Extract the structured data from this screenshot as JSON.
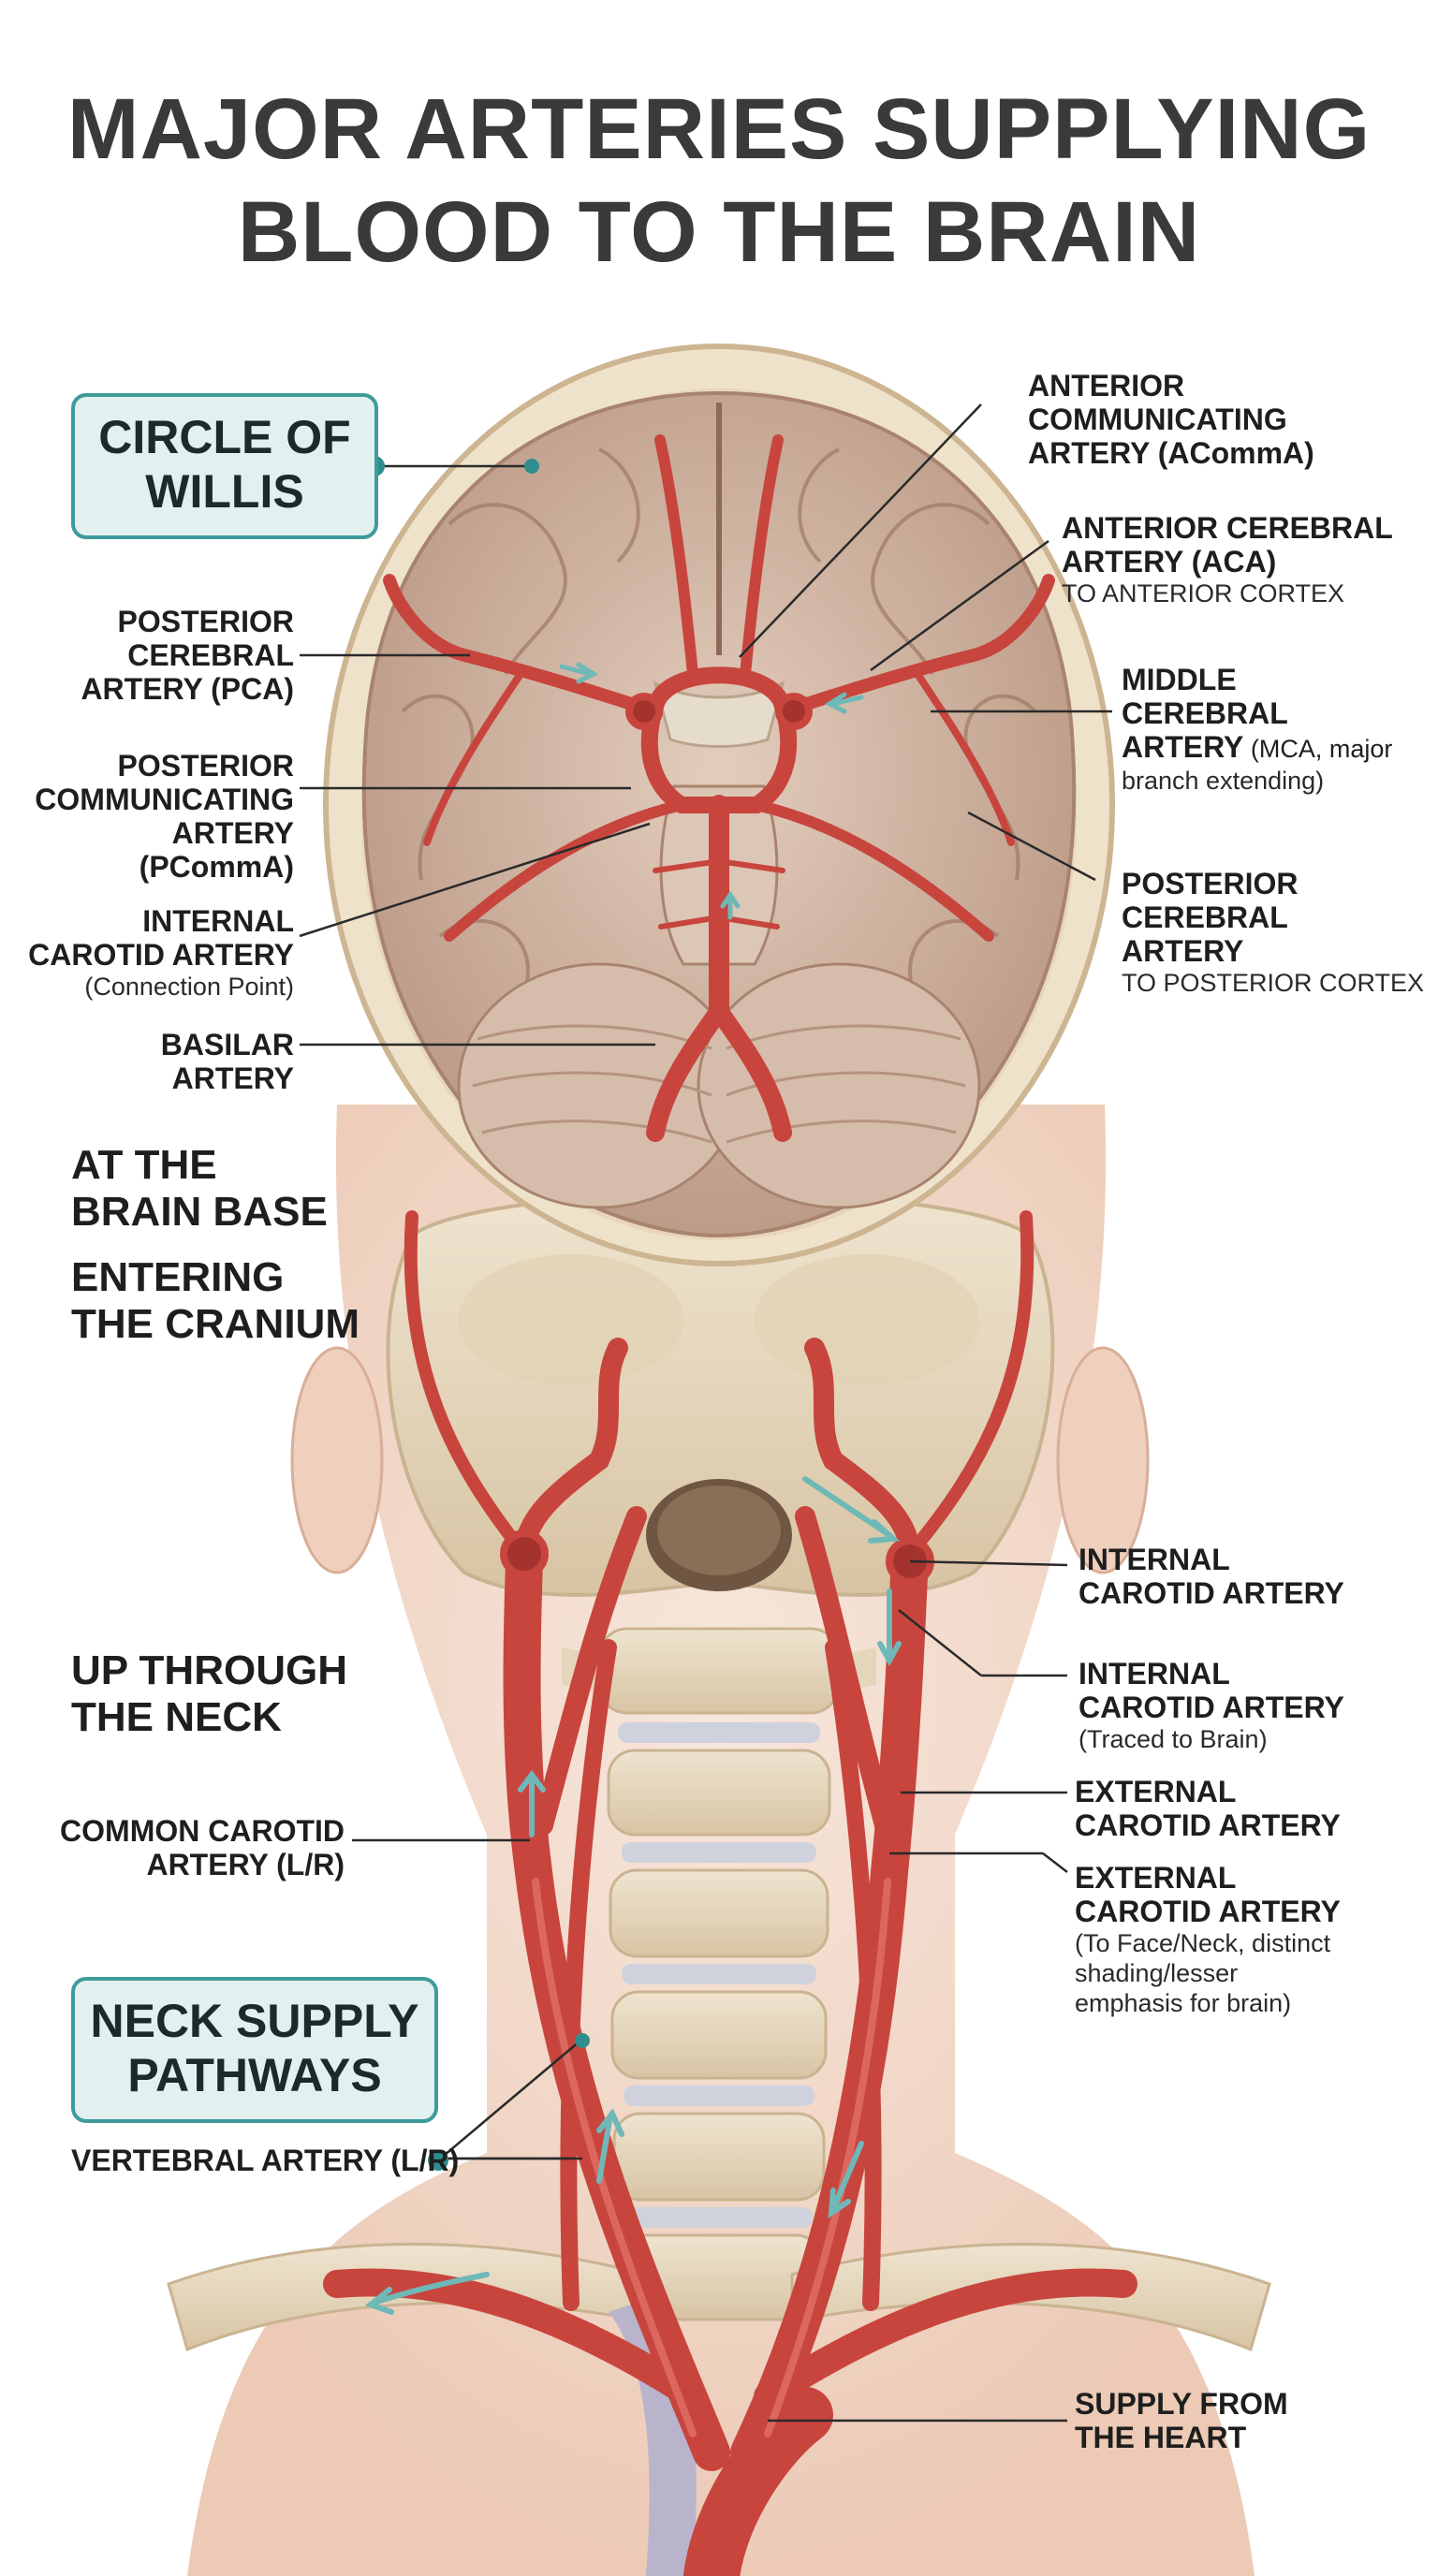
{
  "title": {
    "line1": "MAJOR ARTERIES SUPPLYING",
    "line2": "BLOOD TO THE BRAIN"
  },
  "callouts": {
    "circle": [
      "CIRCLE OF",
      "WILLIS"
    ],
    "neck": [
      "NECK SUPPLY",
      "PATHWAYS"
    ]
  },
  "sections": {
    "brain_base": [
      "AT THE",
      "BRAIN BASE"
    ],
    "cranium": [
      "ENTERING",
      "THE CRANIUM"
    ],
    "neck": [
      "UP THROUGH",
      "THE NECK"
    ]
  },
  "labels": {
    "acomm": [
      "ANTERIOR",
      "COMMUNICATING",
      "ARTERY (ACommA)"
    ],
    "aca": {
      "lines": [
        "ANTERIOR CEREBRAL",
        "ARTERY (ACA)"
      ],
      "sub": "TO ANTERIOR CORTEX"
    },
    "mca": {
      "lines": [
        "MIDDLE",
        "CEREBRAL"
      ],
      "bold3": "ARTERY",
      "inline_note": " (MCA, major",
      "sub": "branch extending)"
    },
    "pca_right": {
      "lines": [
        "POSTERIOR",
        "CEREBRAL",
        "ARTERY"
      ],
      "sub": "TO POSTERIOR CORTEX"
    },
    "pca_left": [
      "POSTERIOR",
      "CEREBRAL",
      "ARTERY (PCA)"
    ],
    "pcomm": [
      "POSTERIOR",
      "COMMUNICATING",
      "ARTERY",
      "(PCommA)"
    ],
    "ica_conn": {
      "lines": [
        "INTERNAL",
        "CAROTID ARTERY"
      ],
      "sub": "(Connection Point)"
    },
    "basilar": [
      "BASILAR",
      "ARTERY"
    ],
    "ica_right": [
      "INTERNAL",
      "CAROTID ARTERY"
    ],
    "ica_traced": {
      "lines": [
        "INTERNAL",
        "CAROTID ARTERY"
      ],
      "sub": "(Traced to Brain)"
    },
    "eca1": [
      "EXTERNAL",
      "CAROTID ARTERY"
    ],
    "eca2": {
      "lines": [
        "EXTERNAL",
        "CAROTID ARTERY"
      ],
      "sub": [
        "(To Face/Neck, distinct",
        "shading/lesser",
        "emphasis for brain)"
      ]
    },
    "common_carotid": [
      "COMMON CAROTID",
      "ARTERY (L/R)"
    ],
    "vertebral": "VERTEBRAL ARTERY (L/R)",
    "heart": [
      "SUPPLY FROM",
      "THE HEART"
    ]
  },
  "colors": {
    "artery": "#c8453e",
    "artery_highlight": "#e4766c",
    "bone": "#e9dcc4",
    "bone_shade": "#cdb99a",
    "brain": "#d8bfae",
    "brain_shade": "#b6947f",
    "skin": "#f4dfd2",
    "accent": "#3f9b9b",
    "callout_bg": "#e3f0f0"
  }
}
